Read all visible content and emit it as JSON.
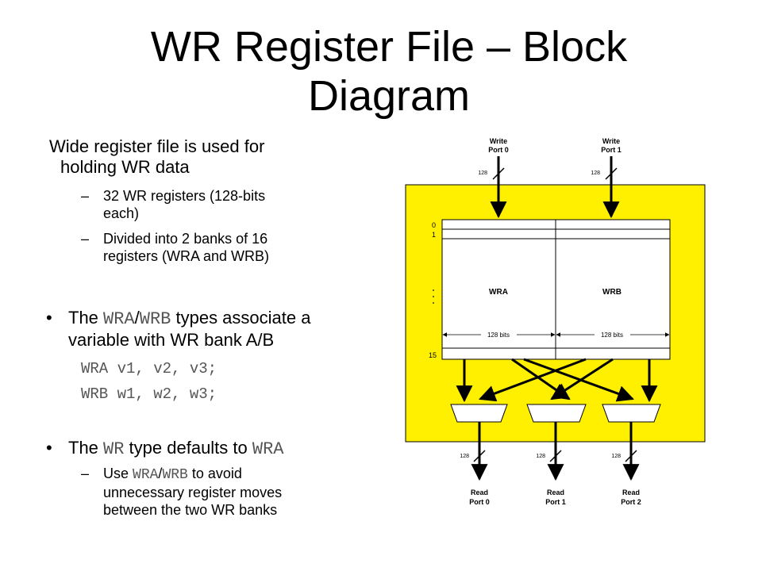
{
  "title_line1": "WR Register File – Block",
  "title_line2": "Diagram",
  "intro": {
    "line1": "Wide register file is used for",
    "line2": "holding WR data"
  },
  "sub1": {
    "dash": "–",
    "line1": "32 WR registers (128-bits",
    "line2": "each)"
  },
  "sub2": {
    "dash": "–",
    "line1": "Divided into 2 banks of 16",
    "line2": "registers (WRA and WRB)"
  },
  "bullet1": {
    "dot": "•",
    "pre": "The ",
    "t1": "WRA",
    "slash": "/",
    "t2": "WRB",
    "post": " types associate a",
    "line2": "variable with WR bank A/B"
  },
  "code1": "WRA v1, v2, v3;",
  "code2": "WRB w1, w2, w3;",
  "bullet2": {
    "dot": "•",
    "pre": "The ",
    "t1": "WR",
    "mid": " type defaults to ",
    "t2": "WRA"
  },
  "sub3": {
    "dash": "–",
    "pre": "Use ",
    "t1": "WRA",
    "slash": "/",
    "t2": "WRB",
    "post": " to avoid",
    "line2": "unnecessary register moves",
    "line3": "between the two WR banks"
  },
  "diagram": {
    "write_port0": [
      "Write",
      "Port 0"
    ],
    "write_port1": [
      "Write",
      "Port 1"
    ],
    "bus_width": "128",
    "row_0": "0",
    "row_1": "1",
    "row_15": "15",
    "bank_a": "WRA",
    "bank_b": "WRB",
    "bits_a": "128 bits",
    "bits_b": "128 bits",
    "read_port0": [
      "Read",
      "Port 0"
    ],
    "read_port1": [
      "Read",
      "Port 1"
    ],
    "read_port2": [
      "Read",
      "Port 2"
    ],
    "colors": {
      "fill": "#fff000",
      "stroke": "#000000"
    }
  }
}
